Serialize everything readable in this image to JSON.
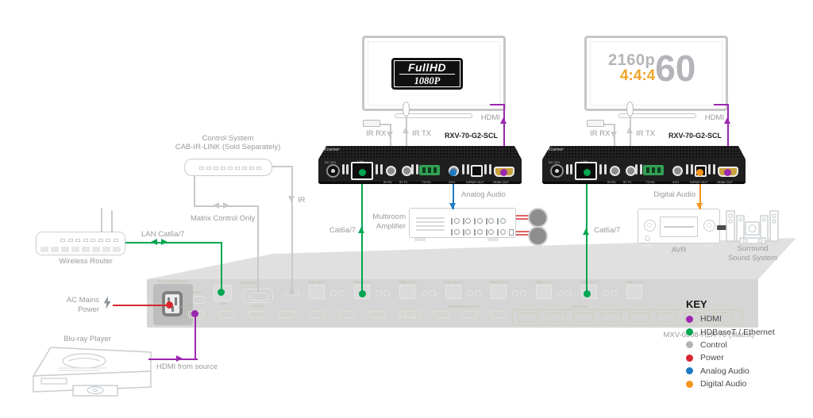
{
  "colors": {
    "hdmi": "#9C27B0",
    "hdbaset": "#00A651",
    "control": "#C9C9C9",
    "power": "#D7282F",
    "analog": "#1E7BC4",
    "digital": "#F7941E"
  },
  "tv1": {
    "logo_line1": "FullHD",
    "logo_line2": "1080P"
  },
  "tv2": {
    "resolution": "2160p",
    "chroma": "4:4:4",
    "framerate": "60"
  },
  "receivers": [
    {
      "model": "RXV-70-G2-SCL"
    },
    {
      "model": "RXV-70-G2-SCL"
    }
  ],
  "receiver_ports": {
    "brand": "Kramer",
    "dc": "DC 12V",
    "lan": "LAN",
    "ir_rx": "IR RX",
    "ir_tx": "IR TX",
    "rs232": "TX RX",
    "audio": "2CH",
    "spdif": "S/PDIF OUT",
    "hdmi": "HDMI OUT"
  },
  "labels": {
    "ir_rx": "IR RX",
    "ir_tx": "IR TX",
    "hdmi": "HDMI",
    "analog_audio": "Analog Audio",
    "digital_audio": "Digital Audio",
    "cat6_left": "Cat6a/7",
    "cat6_right": "Cat6a/7",
    "lan_cat6": "LAN Cat6a/7",
    "ir": "IR",
    "matrix_control": "Matrix Control Only",
    "control_system_line1": "Control System",
    "control_system_line2": "CAB-IR-LINK (Sold Separately)",
    "wireless_router": "Wireless Router",
    "ac_mains_line1": "AC Mains",
    "ac_mains_line2": "Power",
    "bluray": "Blu-ray Player",
    "hdmi_from_source": "HDMI from source",
    "multiroom_line1": "Multiroom",
    "multiroom_line2": "Amplifier",
    "avr": "AVR",
    "surround_line1": "Surround",
    "surround_line2": "Sound System"
  },
  "matrix": {
    "model": "MXV-0808-H2A-70 (Matrix)",
    "ac_label": "AC 100-240V 50/60Hz",
    "service": "SERVICE",
    "control": "CONTROL",
    "lan": "LAN",
    "rs232": "RS-232",
    "hdmi_in": "HDMI IN",
    "mirrored": "MIRRORED OUTPUTS",
    "spdif_out": "S/PDIF OUT",
    "hdbt_ports": [
      "HDBT OUT 1",
      "HDBT OUT 2",
      "HDBT OUT 3",
      "HDBT OUT 4",
      "HDBT OUT 5",
      "HDBT OUT 6",
      "HDBT OUT 7",
      "HDBT OUT 8"
    ]
  },
  "key": {
    "title": "KEY",
    "items": [
      {
        "label": "HDMI",
        "color": "#9C27B0"
      },
      {
        "label": "HDBaseT / Ethernet",
        "color": "#00A651"
      },
      {
        "label": "Control",
        "color": "#B3B3B3"
      },
      {
        "label": "Power",
        "color": "#D7282F"
      },
      {
        "label": "Analog Audio",
        "color": "#1E7BC4"
      },
      {
        "label": "Digital Audio",
        "color": "#F7941E"
      }
    ]
  }
}
